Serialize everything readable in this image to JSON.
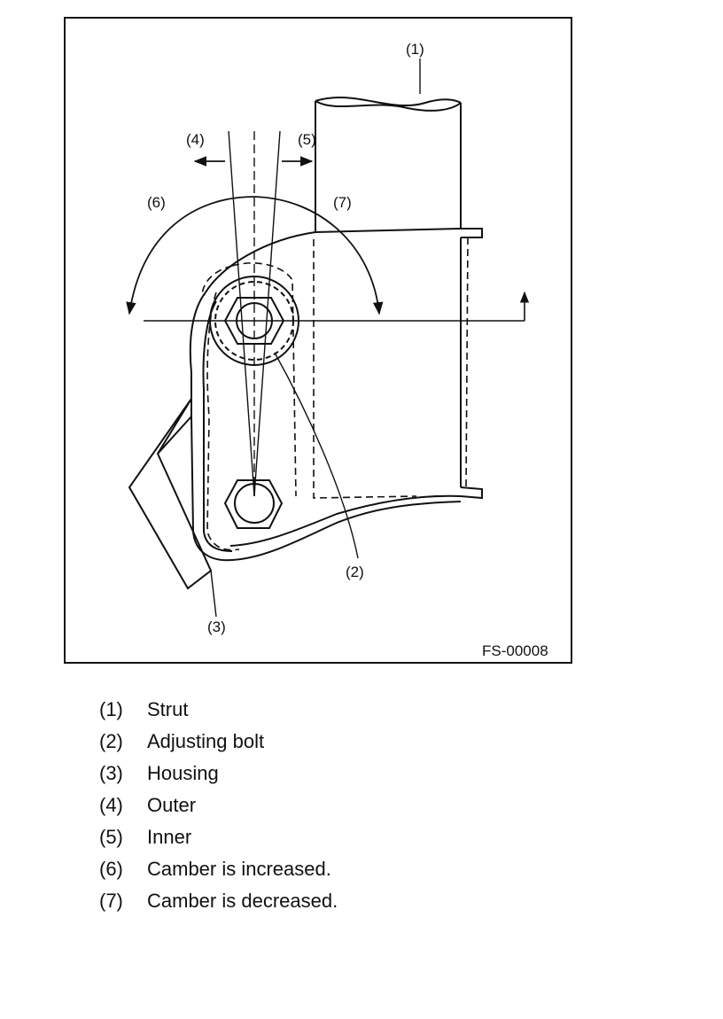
{
  "figure": {
    "id": "FS-00008",
    "callouts": {
      "c1": "(1)",
      "c2": "(2)",
      "c3": "(3)",
      "c4": "(4)",
      "c5": "(5)",
      "c6": "(6)",
      "c7": "(7)"
    }
  },
  "legend": [
    {
      "num": "(1)",
      "text": "Strut"
    },
    {
      "num": "(2)",
      "text": "Adjusting bolt"
    },
    {
      "num": "(3)",
      "text": "Housing"
    },
    {
      "num": "(4)",
      "text": "Outer"
    },
    {
      "num": "(5)",
      "text": "Inner"
    },
    {
      "num": "(6)",
      "text": "Camber is increased."
    },
    {
      "num": "(7)",
      "text": "Camber is decreased."
    }
  ]
}
